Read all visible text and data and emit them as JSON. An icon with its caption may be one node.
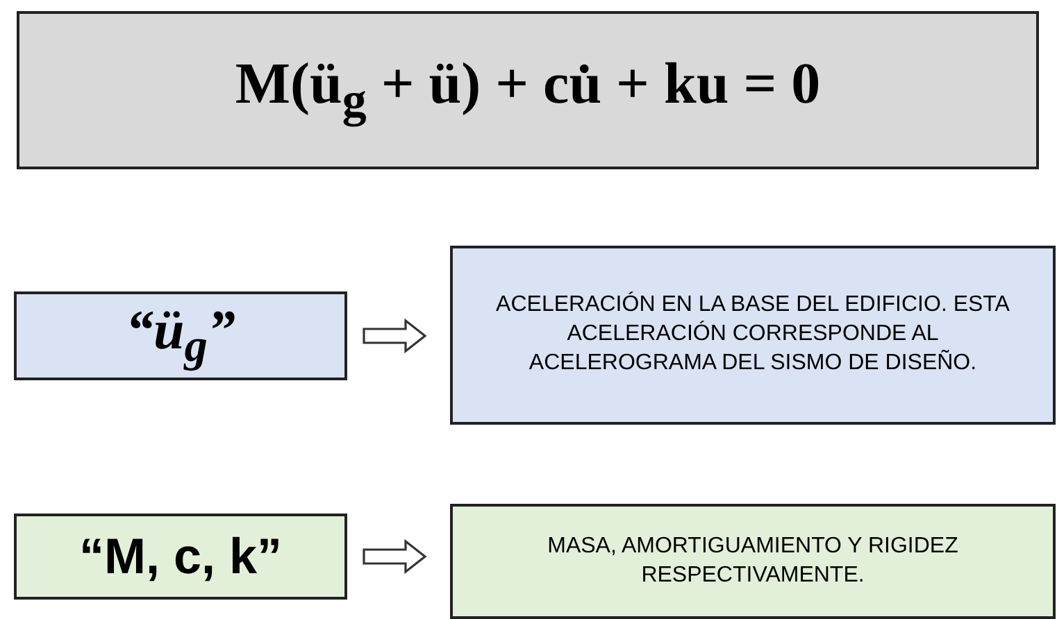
{
  "diagram": {
    "nodes": [
      {
        "text": [
          "M(ü$_{g}$  +  ü) + cu̇ + ku = 0"
        ]
      },
      {
        "text": [
          "“ü$_{g}$”"
        ]
      },
      {
        "text": [
          "ACELERACIÓN EN LA BASE DEL EDIFICIO. ESTA ACELERACIÓN CORRESPONDE AL ACELEROGRAMA DEL SISMO DE DISEÑO."
        ]
      },
      {
        "text": [
          "“M, c, k”"
        ]
      },
      {
        "text": [
          "MASA, AMORTIGUAMIENTO Y RIGIDEZ RESPECTIVAMENTE."
        ]
      }
    ],
    "edges": [
      {
        "from": 1,
        "to": 2,
        "arrow": "to"
      },
      {
        "from": 3,
        "to": 4,
        "arrow": "to"
      }
    ]
  }
}
